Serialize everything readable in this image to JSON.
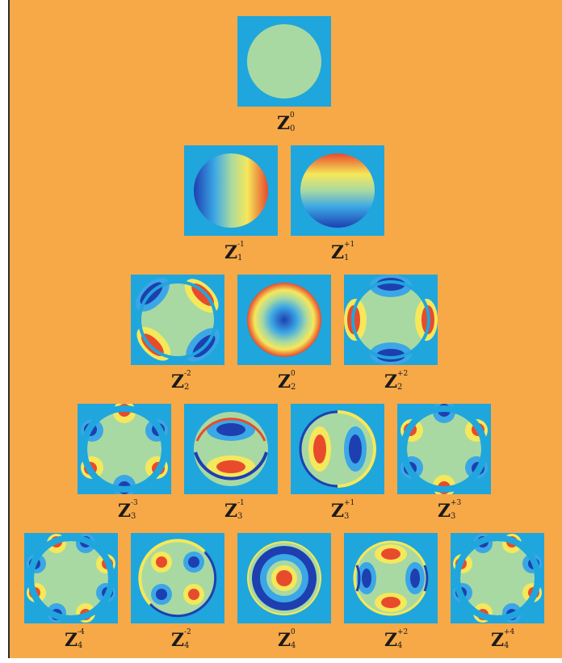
{
  "colors": {
    "background": "#F7A947",
    "tile_background": "#1FA6DD",
    "colormap": [
      "#1E3FB0",
      "#3BA7E6",
      "#A9D9A2",
      "#F5E85A",
      "#E84B2C"
    ]
  },
  "rows": [
    {
      "items": [
        {
          "id": "Z0_0",
          "base": "Z",
          "sub": "0",
          "sup": "0"
        }
      ]
    },
    {
      "items": [
        {
          "id": "Z1_m1",
          "base": "Z",
          "sub": "1",
          "sup": "-1"
        },
        {
          "id": "Z1_p1",
          "base": "Z",
          "sub": "1",
          "sup": "+1"
        }
      ]
    },
    {
      "items": [
        {
          "id": "Z2_m2",
          "base": "Z",
          "sub": "2",
          "sup": "-2"
        },
        {
          "id": "Z2_0",
          "base": "Z",
          "sub": "2",
          "sup": "0"
        },
        {
          "id": "Z2_p2",
          "base": "Z",
          "sub": "2",
          "sup": "+2"
        }
      ]
    },
    {
      "items": [
        {
          "id": "Z3_m3",
          "base": "Z",
          "sub": "3",
          "sup": "-3"
        },
        {
          "id": "Z3_m1",
          "base": "Z",
          "sub": "3",
          "sup": "-1"
        },
        {
          "id": "Z3_p1",
          "base": "Z",
          "sub": "3",
          "sup": "+1"
        },
        {
          "id": "Z3_p3",
          "base": "Z",
          "sub": "3",
          "sup": "+3"
        }
      ]
    },
    {
      "items": [
        {
          "id": "Z4_m4",
          "base": "Z",
          "sub": "4",
          "sup": "-4"
        },
        {
          "id": "Z4_m2",
          "base": "Z",
          "sub": "4",
          "sup": "-2"
        },
        {
          "id": "Z4_0",
          "base": "Z",
          "sub": "4",
          "sup": "0"
        },
        {
          "id": "Z4_p2",
          "base": "Z",
          "sub": "4",
          "sup": "+2"
        },
        {
          "id": "Z4_p4",
          "base": "Z",
          "sub": "4",
          "sup": "+4"
        }
      ]
    }
  ]
}
